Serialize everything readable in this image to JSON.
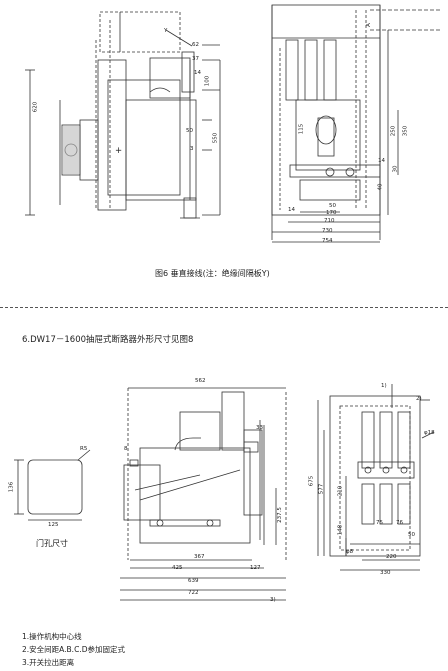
{
  "figure6": {
    "caption": "图6 垂直接线(注：绝缘间隔板Y)",
    "left_view": {
      "dims": {
        "d620": "620",
        "d62": "62",
        "d37": "37",
        "d14": "14",
        "d100": "100",
        "d50": "50",
        "d550": "550",
        "d3": "3",
        "y": "Y",
        "plus": "+"
      }
    },
    "right_view": {
      "dims": {
        "a": "A",
        "d115": "115",
        "d250": "250",
        "d350": "350",
        "d14a": "14",
        "d30": "30",
        "d40": "40",
        "d14b": "14",
        "d50": "50",
        "d170": "170",
        "d710": "710",
        "d730": "730",
        "d754": "754"
      }
    }
  },
  "section": {
    "heading": "6.DW17－1600抽屉式断路器外形尺寸见图8"
  },
  "figure8": {
    "door_hole": {
      "caption": "门孔尺寸",
      "d136": "136",
      "d125": "125",
      "r": "R5"
    },
    "main_view": {
      "dims": {
        "d562": "562",
        "d8": "8",
        "d33": "33",
        "d237": "237.5",
        "d367": "367",
        "d425": "425",
        "d127": "127",
        "d639": "639",
        "d722": "722",
        "d3": "3)"
      }
    },
    "side_view": {
      "dims": {
        "n1": "1)",
        "n2": "2)",
        "phi18": "φ18",
        "d675": "675",
        "d577": "577",
        "d210": "210",
        "d148": "148",
        "d75": "75",
        "d76": "76",
        "d50": "50",
        "phi8": "φ8",
        "d220": "220",
        "d330": "330"
      }
    }
  },
  "notes": [
    "1.操作机构中心线",
    "2.安全间距A.B.C.D参加固定式",
    "3.开关拉出距离"
  ]
}
